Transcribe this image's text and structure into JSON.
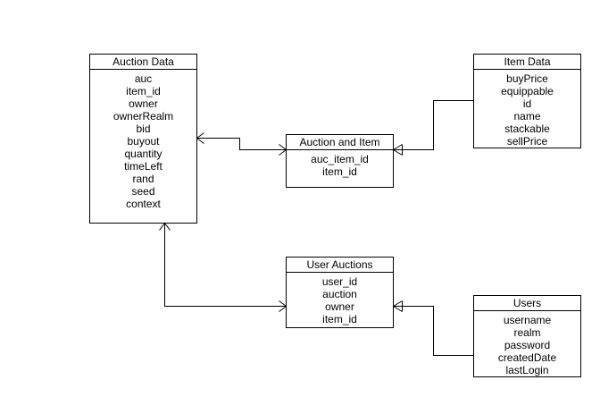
{
  "colors": {
    "line": "#000000",
    "background": "#ffffff"
  },
  "entities": {
    "auction_data": {
      "title": "Auction Data",
      "attributes": [
        "auc",
        "item_id",
        "owner",
        "ownerRealm",
        "bid",
        "buyout",
        "quantity",
        "timeLeft",
        "rand",
        "seed",
        "context"
      ]
    },
    "item_data": {
      "title": "Item Data",
      "attributes": [
        "buyPrice",
        "equippable",
        "id",
        "name",
        "stackable",
        "sellPrice"
      ]
    },
    "auction_and_item": {
      "title": "Auction and Item",
      "attributes": [
        "auc_item_id",
        "item_id"
      ]
    },
    "user_auctions": {
      "title": "User Auctions",
      "attributes": [
        "user_id",
        "auction",
        "owner",
        "item_id"
      ]
    },
    "users": {
      "title": "Users",
      "attributes": [
        "username",
        "realm",
        "password",
        "createdDate",
        "lastLogin"
      ]
    }
  },
  "relationships": [
    {
      "from": "auction_data",
      "from_end": "many",
      "to": "auction_and_item",
      "to_end": "many"
    },
    {
      "from": "item_data",
      "from_end": "one",
      "to": "auction_and_item",
      "to_end": "one"
    },
    {
      "from": "auction_data",
      "from_end": "many",
      "to": "user_auctions",
      "to_end": "many"
    },
    {
      "from": "users",
      "from_end": "one",
      "to": "user_auctions",
      "to_end": "one"
    }
  ]
}
